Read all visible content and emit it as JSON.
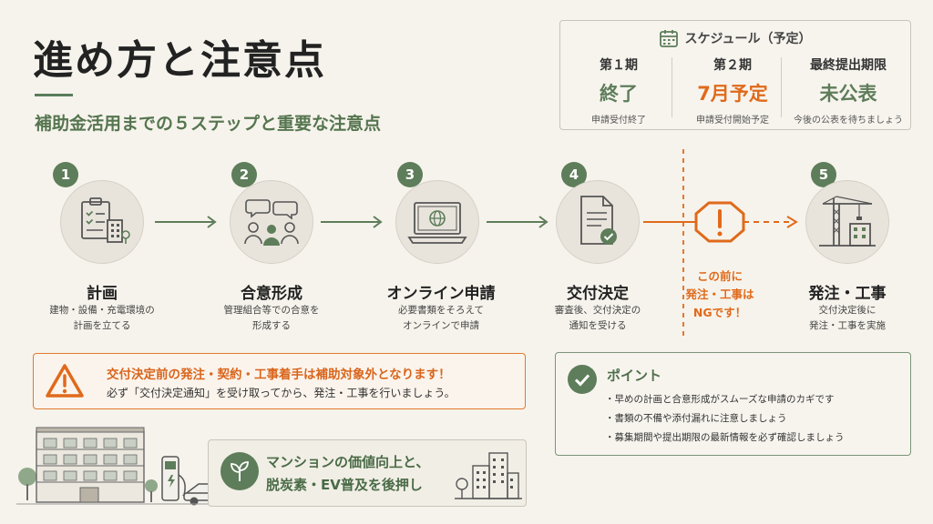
{
  "title": "進め方と注意点",
  "subtitle": "補助金活用までの５ステップと重要な注意点",
  "schedule": {
    "label": "スケジュール（予定）",
    "columns": [
      {
        "period": "第１期",
        "status": "終了",
        "note": "申請受付終了",
        "color": "#5e7d5a"
      },
      {
        "period": "第２期",
        "status": "7月予定",
        "note": "申請受付開始予定",
        "color": "#e06a1b"
      },
      {
        "period": "最終提出期限",
        "status": "未公表",
        "note": "今後の公表を待ちましょう",
        "color": "#5e7d5a"
      }
    ]
  },
  "steps": [
    {
      "num": "1",
      "title": "計画",
      "desc1": "建物・設備・充電環境の",
      "desc2": "計画を立てる",
      "icon": "clipboard-building-icon"
    },
    {
      "num": "2",
      "title": "合意形成",
      "desc1": "管理組合等での合意を",
      "desc2": "形成する",
      "icon": "people-discussion-icon"
    },
    {
      "num": "3",
      "title": "オンライン申請",
      "desc1": "必要書類をそろえて",
      "desc2": "オンラインで申請",
      "icon": "laptop-globe-icon"
    },
    {
      "num": "4",
      "title": "交付決定",
      "desc1": "審査後、交付決定の",
      "desc2": "通知を受ける",
      "icon": "document-check-icon"
    },
    {
      "num": "5",
      "title": "発注・工事",
      "desc1": "交付決定後に",
      "desc2": "発注・工事を実施",
      "icon": "crane-building-icon"
    }
  ],
  "ng_warning": {
    "line1": "この前に",
    "line2": "発注・工事は",
    "line3": "NGです！"
  },
  "warning_box": {
    "title": "交付決定前の発注・契約・工事着手は補助対象外となります！",
    "body": "必ず「交付決定通知」を受け取ってから、発注・工事を行いましょう。"
  },
  "point": {
    "title": "ポイント",
    "items": [
      "・早めの計画と合意形成がスムーズな申請のカギです",
      "・書類の不備や添付漏れに注意しましょう",
      "・募集期間や提出期限の最新情報を必ず確認しましょう"
    ]
  },
  "message": {
    "line1": "マンションの価値向上と、",
    "line2": "脱炭素・EV普及を後押し"
  },
  "colors": {
    "green": "#5e7d5a",
    "orange": "#e06a1b",
    "background": "#f6f3ec"
  }
}
